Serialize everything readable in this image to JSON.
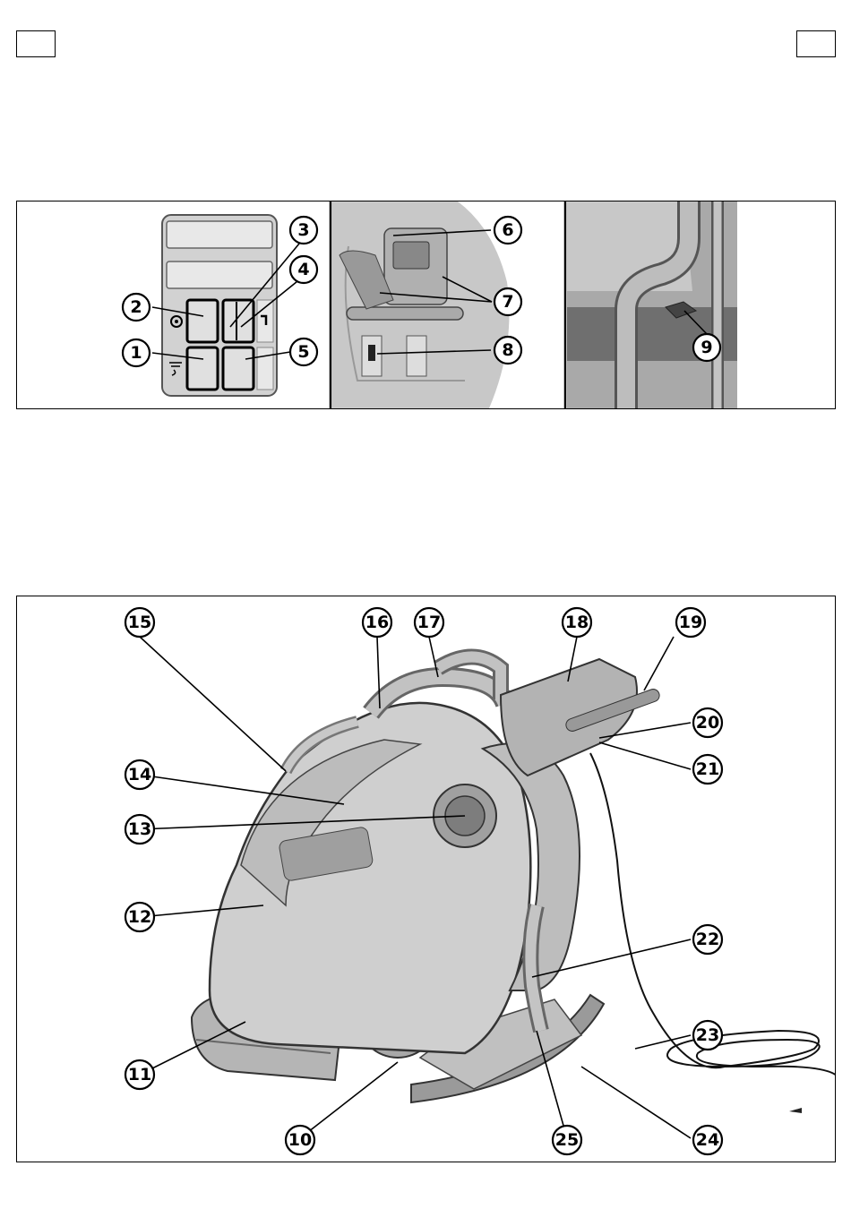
{
  "page": {
    "top_left_box": "",
    "top_right_box": ""
  },
  "figure1": {
    "callouts": [
      "1",
      "2",
      "3",
      "4",
      "5",
      "6",
      "7",
      "8",
      "9"
    ]
  },
  "figure2": {
    "callouts": [
      "10",
      "11",
      "12",
      "13",
      "14",
      "15",
      "16",
      "17",
      "18",
      "19",
      "20",
      "21",
      "22",
      "23",
      "24",
      "25"
    ]
  }
}
